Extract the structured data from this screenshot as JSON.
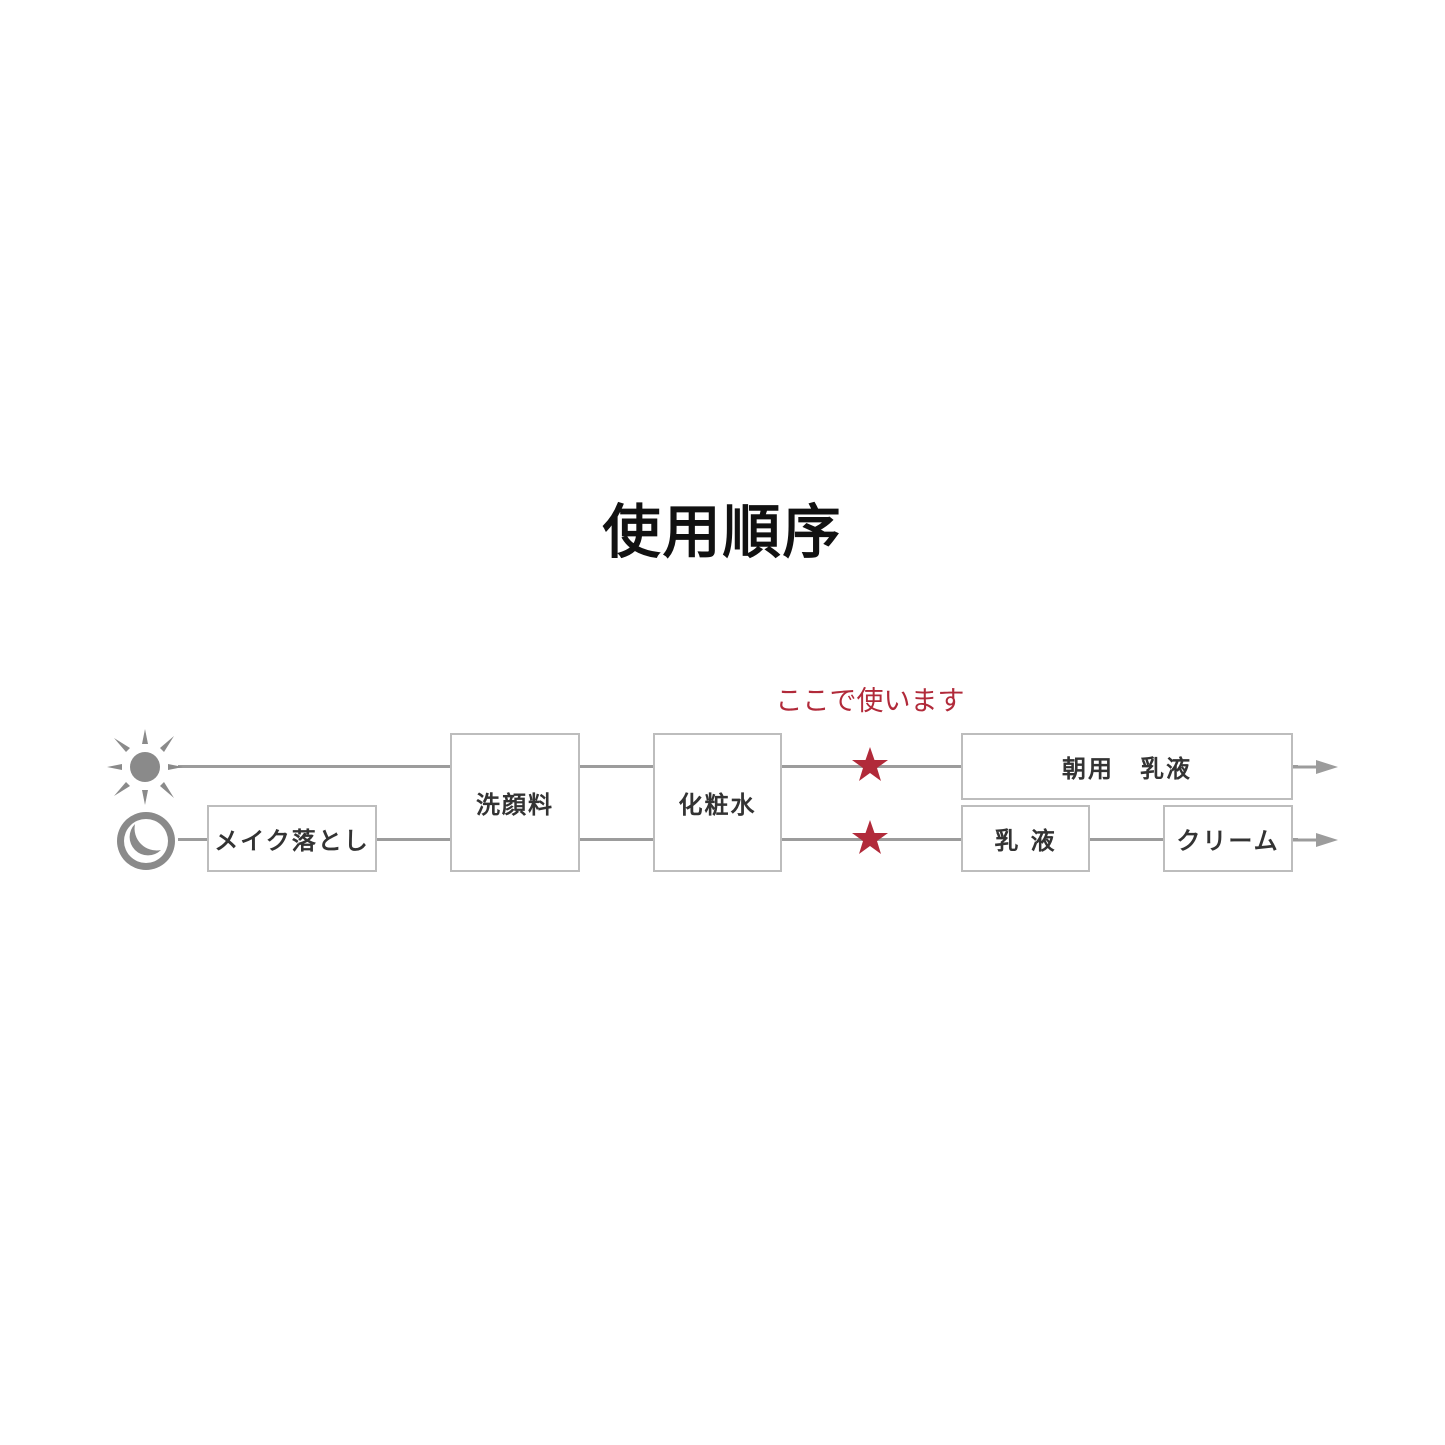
{
  "title": "使用順序",
  "annotation": "ここで使います",
  "icons": {
    "morning": "sun-icon",
    "night": "moon-icon",
    "marker": "star-icon"
  },
  "colors": {
    "accent": "#b12a3a",
    "line": "#9c9c9c",
    "box_border": "#bdbdbd",
    "icon": "#8a8a8a"
  },
  "steps": {
    "makeup_remover": "メイク落とし",
    "face_wash": "洗顔料",
    "toner": "化粧水",
    "morning_emulsion": "朝用　乳液",
    "emulsion": "乳 液",
    "cream": "クリーム"
  }
}
